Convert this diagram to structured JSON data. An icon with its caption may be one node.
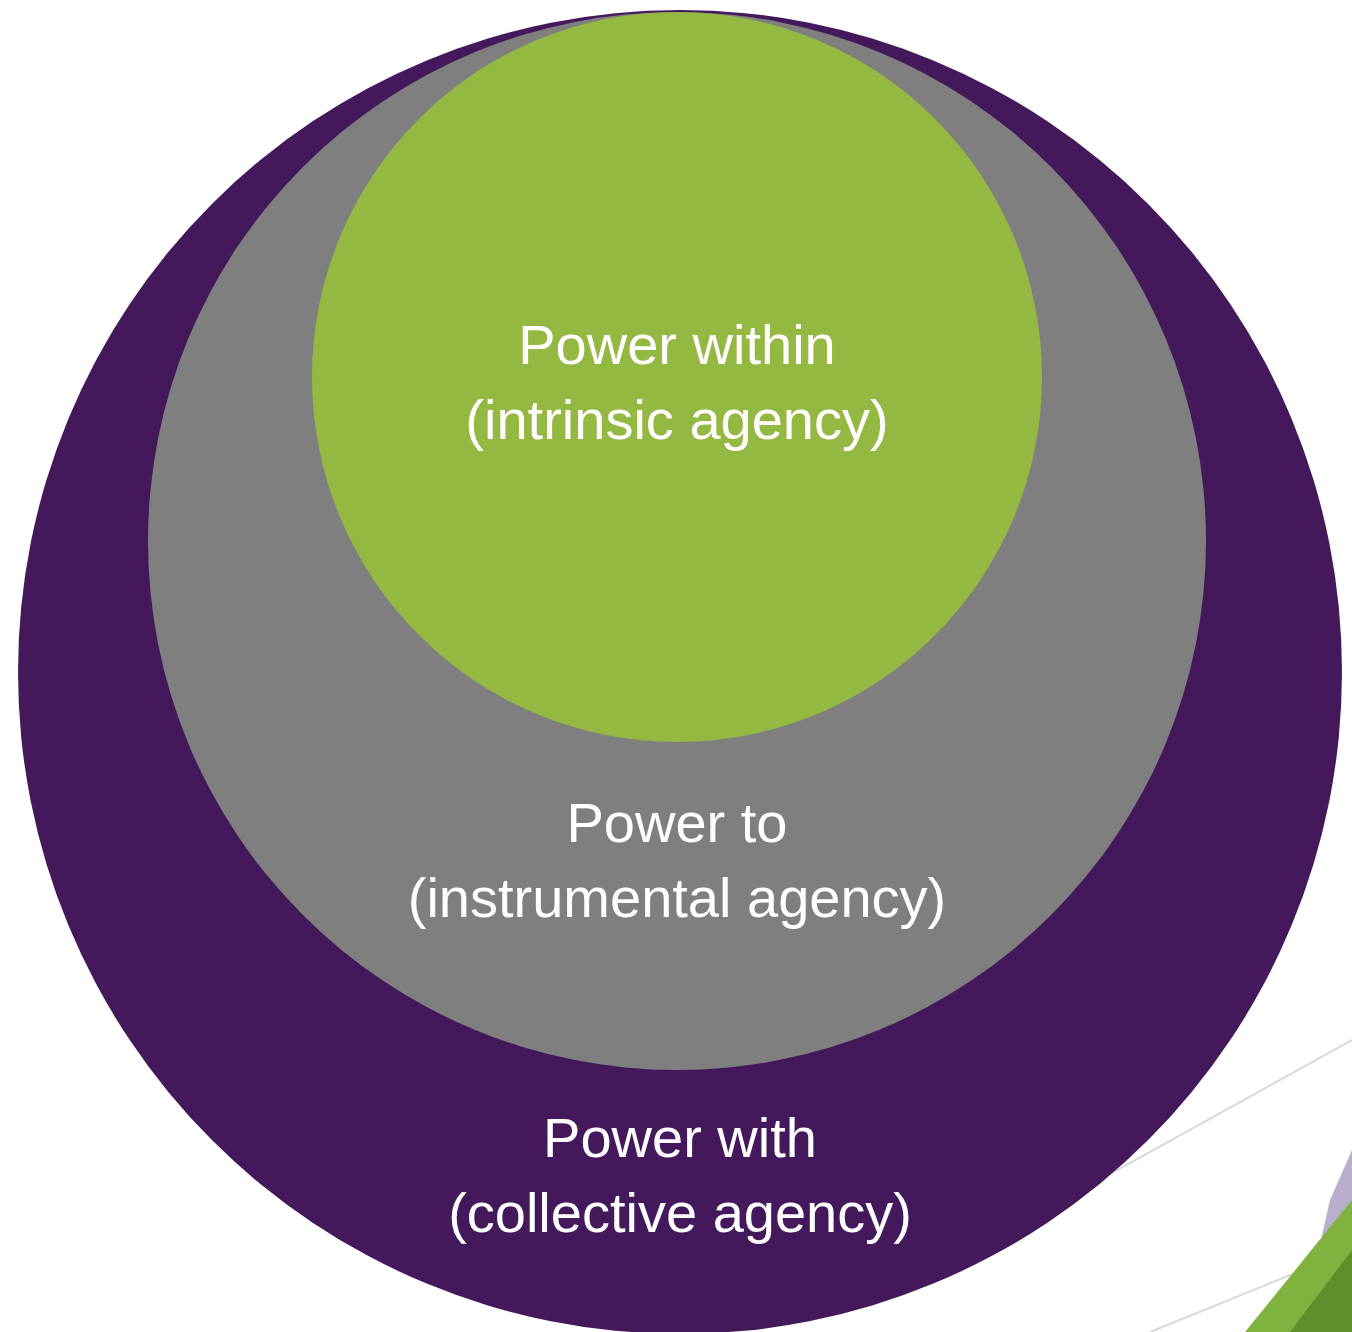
{
  "diagram": {
    "nodes": [
      {
        "text": [
          "Power with",
          "(collective agency)"
        ]
      },
      {
        "text": [
          "Power to",
          "(instrumental agency)"
        ],
        "in": 0
      },
      {
        "text": [
          "Power within",
          "(intrinsic agency)"
        ],
        "in": 1
      }
    ]
  }
}
